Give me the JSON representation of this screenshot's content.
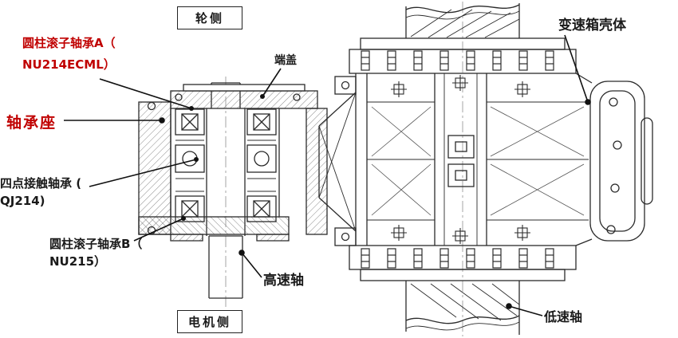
{
  "colors": {
    "label-red": "#c00000",
    "label-ink": "#1a1a1a",
    "line-ink": "#2b2b2b"
  },
  "labels": {
    "wheel_side": "轮侧",
    "motor_side": "电机侧",
    "bearing_a": "圆柱滚子轴承A（\nNU214ECML）",
    "end_cover": "端盖",
    "gearbox_housing": "变速箱壳体",
    "bearing_seat": "轴承座",
    "four_point_bearing": "四点接触轴承 (\nQJ214)",
    "bearing_b": "圆柱滚子轴承B（\nNU215）",
    "high_speed_shaft": "高速轴",
    "low_speed_shaft": "低速轴"
  }
}
